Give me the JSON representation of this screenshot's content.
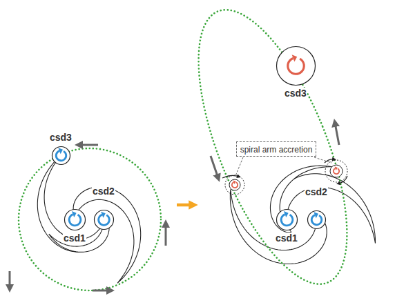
{
  "diagram": {
    "nodes": [
      {
        "text": [
          "csd3"
        ]
      },
      {
        "text": [
          "csd2"
        ]
      },
      {
        "text": [
          "csd1"
        ]
      },
      {
        "text": [
          "csd3"
        ]
      },
      {
        "text": [
          "spiral arm accretion"
        ]
      },
      {
        "text": [
          "csd2"
        ]
      },
      {
        "text": [
          "csd1"
        ]
      }
    ]
  }
}
